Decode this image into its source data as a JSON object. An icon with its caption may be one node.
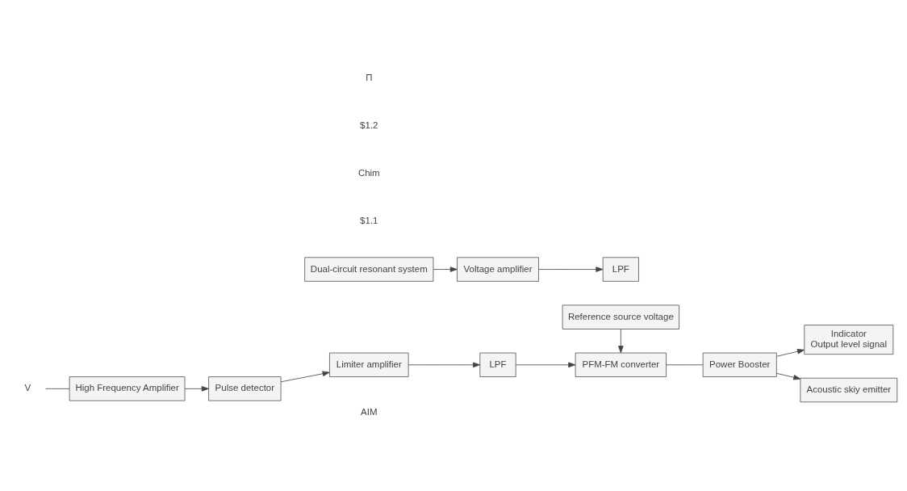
{
  "diagram": {
    "nodes": [
      {
        "text": [
          "V"
        ]
      },
      {
        "text": [
          "Indicator",
          "Output level signal"
        ]
      },
      {
        "text": [
          "High Frequency Amplifier"
        ]
      },
      {
        "text": [
          "Pulse detector"
        ]
      },
      {
        "text": [
          "Dual-circuit resonant system"
        ]
      },
      {
        "text": [
          "Voltage amplifier"
        ]
      },
      {
        "text": [
          "LPF"
        ]
      },
      {
        "text": [
          "Power Booster"
        ]
      },
      {
        "text": [
          "Limiter amplifier"
        ]
      },
      {
        "text": [
          "LPF"
        ]
      },
      {
        "text": [
          "PFM-FM converter"
        ]
      },
      {
        "text": [
          "Acoustic skiy emitter"
        ]
      },
      {
        "text": [
          "Reference source voltage"
        ]
      }
    ],
    "edges": [
      {
        "from": 0,
        "to": 2,
        "arrow": "none"
      },
      {
        "from": 2,
        "to": 3,
        "arrow": "to"
      },
      {
        "from": 3,
        "to": 8,
        "arrow": "to"
      },
      {
        "from": 4,
        "to": 5,
        "arrow": "to"
      },
      {
        "from": 5,
        "to": 6,
        "arrow": "to"
      },
      {
        "from": 8,
        "to": 9,
        "arrow": "to"
      },
      {
        "from": 9,
        "to": 10,
        "arrow": "to"
      },
      {
        "from": 10,
        "to": 7,
        "arrow": "none"
      },
      {
        "from": 7,
        "to": 1,
        "arrow": "to"
      },
      {
        "from": 7,
        "to": 11,
        "arrow": "to"
      },
      {
        "from": 12,
        "to": 10,
        "arrow": "to"
      }
    ],
    "labels": [
      "AIM",
      "$1.1",
      "Chim",
      "$1.2",
      "П"
    ]
  }
}
